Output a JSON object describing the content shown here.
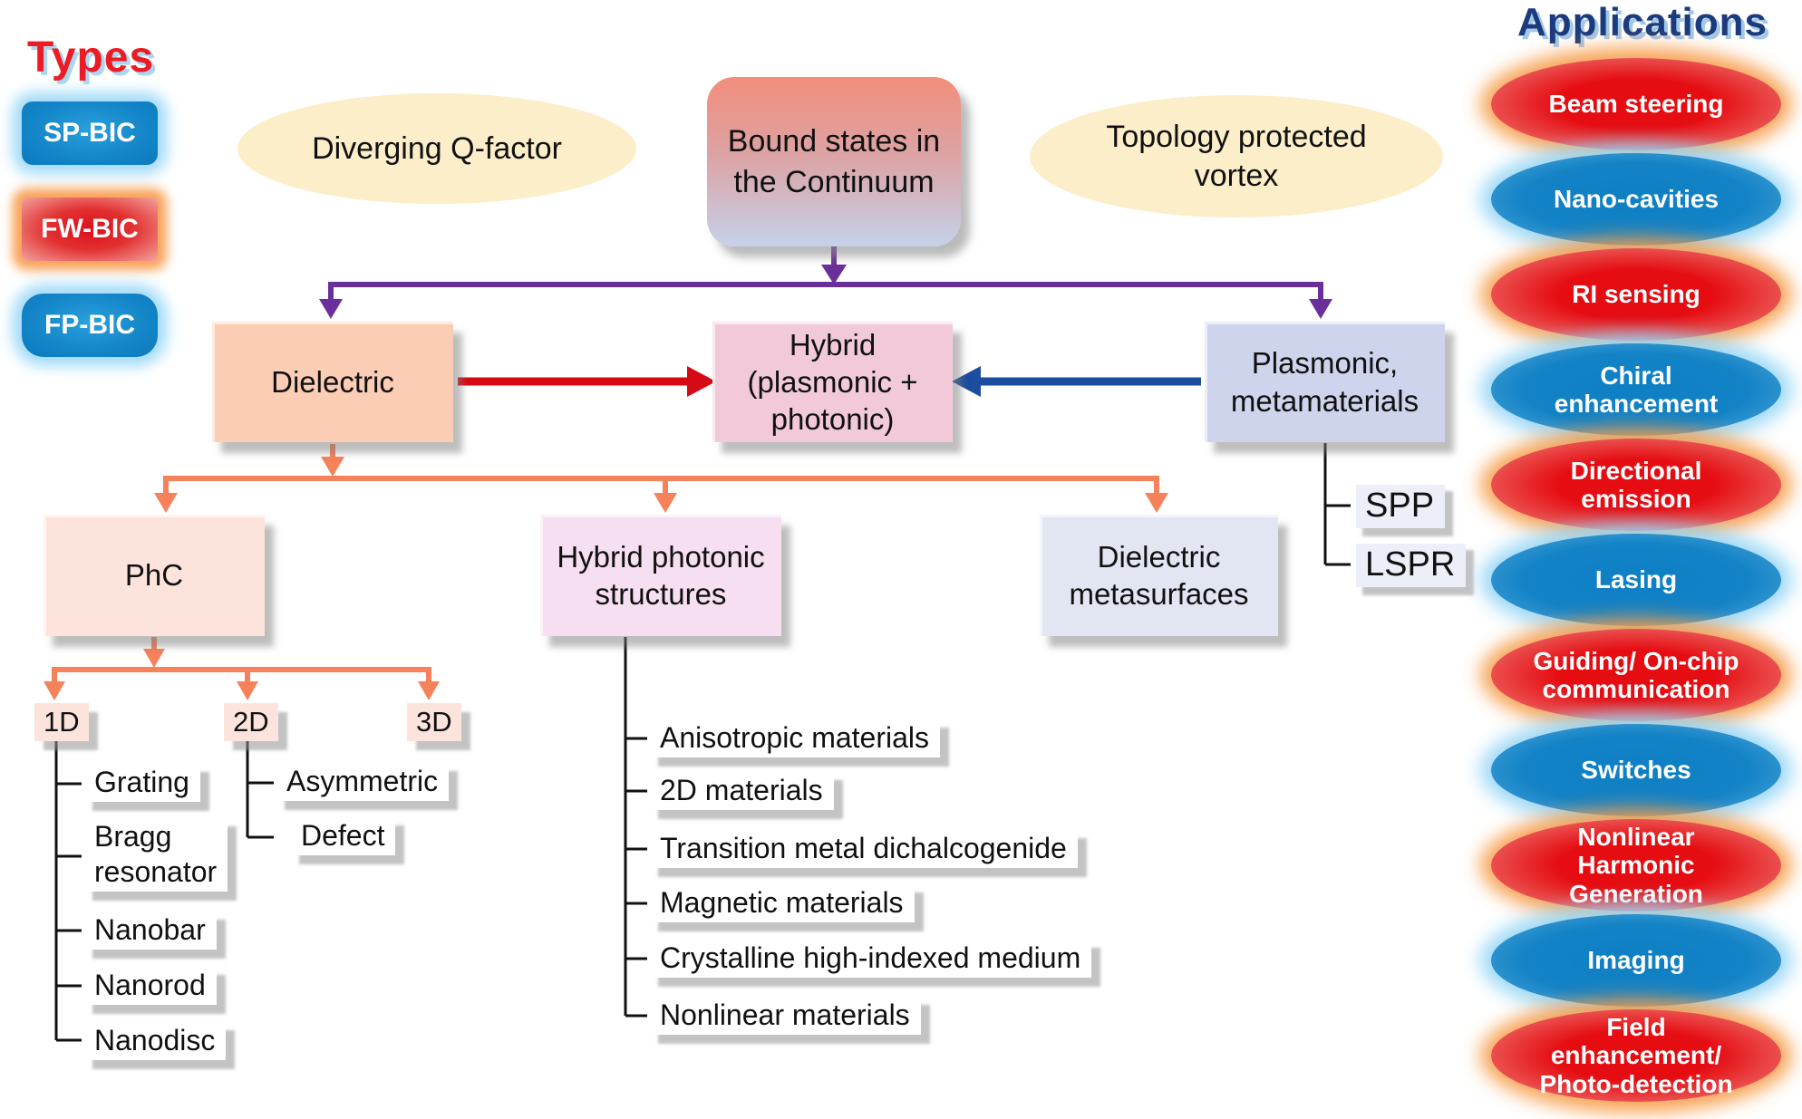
{
  "types_panel": {
    "title": "Types",
    "badges": [
      "SP-BIC",
      "FW-BIC",
      "FP-BIC"
    ]
  },
  "top_row": {
    "left_ellipse": "Diverging Q-factor",
    "center_box": "Bound states in\nthe Continuum",
    "right_ellipse": "Topology protected\nvortex"
  },
  "level2": {
    "dielectric": "Dielectric",
    "hybrid": "Hybrid\n(plasmonic +\nphotonic)",
    "plasmonic": "Plasmonic,\nmetamaterials"
  },
  "level3": {
    "phc": "PhC",
    "hybrid_photonic": "Hybrid photonic\nstructures",
    "dielectric_metasurfaces": "Dielectric\nmetasurfaces"
  },
  "phc_branches": {
    "d1": "1D",
    "d2": "2D",
    "d3": "3D"
  },
  "d1_items": [
    "Grating",
    "Bragg\nresonator",
    "Nanobar",
    "Nanorod",
    "Nanodisc"
  ],
  "d2_items": [
    "Asymmetric",
    "Defect"
  ],
  "hybrid_photonic_items": [
    "Anisotropic materials",
    "2D materials",
    "Transition metal dichalcogenide",
    "Magnetic materials",
    "Crystalline high-indexed medium",
    "Nonlinear materials"
  ],
  "plasmonic_items": [
    "SPP",
    "LSPR"
  ],
  "applications": {
    "title": "Applications",
    "items": [
      {
        "label": "Beam steering",
        "color": "red"
      },
      {
        "label": "Nano-cavities",
        "color": "blue"
      },
      {
        "label": "RI sensing",
        "color": "red"
      },
      {
        "label": "Chiral\nenhancement",
        "color": "blue"
      },
      {
        "label": "Directional\nemission",
        "color": "red"
      },
      {
        "label": "Lasing",
        "color": "blue"
      },
      {
        "label": "Guiding/ On-chip\ncommunication",
        "color": "red"
      },
      {
        "label": "Switches",
        "color": "blue"
      },
      {
        "label": "Nonlinear\nHarmonic\nGeneration",
        "color": "red"
      },
      {
        "label": "Imaging",
        "color": "blue"
      },
      {
        "label": "Field\nenhancement/\nPhoto-detection",
        "color": "red"
      }
    ]
  },
  "colors": {
    "purple_connector": "#6b2f9c",
    "orange_connector": "#f5825a",
    "red_arrow": "#d50a14",
    "blue_arrow": "#1c4d9e",
    "cream_ellipse": "#fceec9",
    "app_red": "#e50c12",
    "app_blue": "#0f7ec2",
    "types_title_red": "#ec1c24",
    "apps_title_navy": "#1c3b7d"
  }
}
